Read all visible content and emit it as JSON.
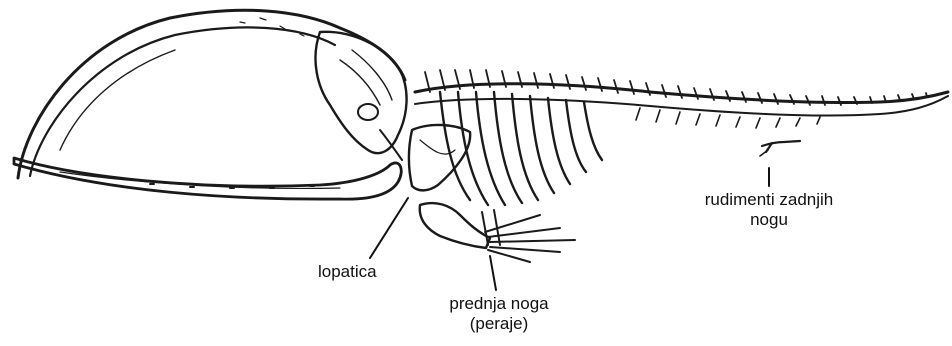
{
  "labels": {
    "scapula": "lopatica",
    "forelimb_line1": "prednja noga",
    "forelimb_line2": "(peraje)",
    "hindlimb_line1": "rudimenti zadnjih",
    "hindlimb_line2": "nogu"
  }
}
